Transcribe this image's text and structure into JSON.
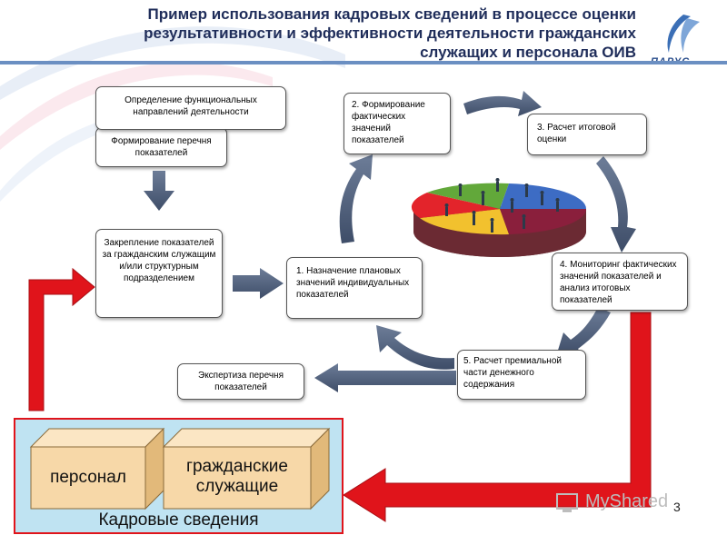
{
  "header": {
    "title_line1": "Пример использования кадровых сведений  в процессе оценки",
    "title_line2": "результативности и эффективности деятельности гражданских",
    "title_line3": "служащих и персонала ОИВ",
    "logo_text": "ПАРУС"
  },
  "boxes": {
    "functional_directions": "Определение функциональных направлений деятельности",
    "indicator_list": "Формирование перечня показателей",
    "assignment": "Закрепление показателей за гражданским служащим и/или структурным подразделением",
    "expertise": "Экспертиза перечня показателей",
    "step1": "1. Назначение плановых значений индивидуальных показателей",
    "step2": "2. Формирование фактических значений показателей",
    "step3": "3. Расчет итоговой оценки",
    "step4": "4. Мониторинг фактических значений показателей и анализ итоговых показателей",
    "step5": "5. Расчет премиальной части денежного содержания"
  },
  "hr_data": {
    "caption": "Кадровые сведения",
    "card1": "персонал",
    "card2": "гражданские служащие"
  },
  "footer": {
    "watermark": "MyShared",
    "page_number": "3"
  },
  "colors": {
    "title": "#1f2d5a",
    "red_arrow": "#e0141b",
    "gray_arrow": "#4a5b78",
    "panel_fill": "#bfe3f2",
    "card_fill": "#f7d8a8"
  }
}
